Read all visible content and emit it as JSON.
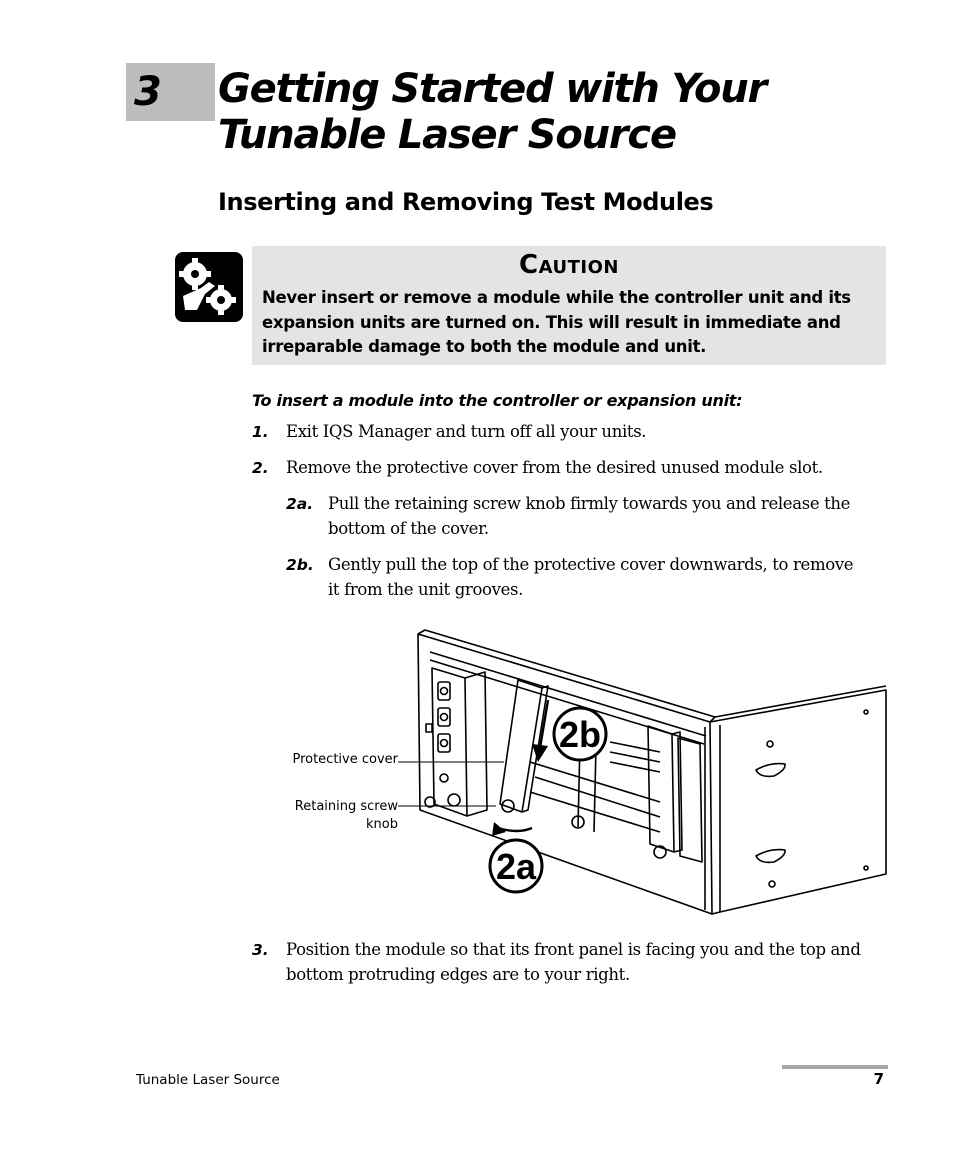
{
  "chapter": {
    "number": "3",
    "title_line1": "Getting Started with Your",
    "title_line2": "Tunable Laser Source"
  },
  "section": {
    "title": "Inserting and Removing Test Modules"
  },
  "caution": {
    "icon": "hand-caught-in-gears-icon",
    "heading": "Caution",
    "line1": "Never insert or remove a module while the controller unit and its",
    "line2": "expansion units are turned on. This will result in immediate and",
    "line3": "irreparable damage to both the module and unit."
  },
  "procedure": {
    "title": "To insert a module into the controller or expansion unit:",
    "steps": [
      {
        "num": "1.",
        "text": "Exit IQS Manager and turn off all your units."
      },
      {
        "num": "2.",
        "text": "Remove the protective cover from the desired unused module slot."
      },
      {
        "num": "2a.",
        "line1": "Pull the retaining screw knob firmly towards you and release the",
        "line2": "bottom of the cover."
      },
      {
        "num": "2b.",
        "line1": "Gently pull the top of the protective cover downwards, to remove",
        "line2": "it from the unit grooves."
      },
      {
        "num": "3.",
        "line1": "Position the module so that its front panel is facing you and the top and",
        "line2": "bottom protruding edges are to your right."
      }
    ]
  },
  "figure": {
    "label_cover": "Protective cover",
    "label_knob_line1": "Retaining screw",
    "label_knob_line2": "knob",
    "callout_2a": "2a",
    "callout_2b": "2b"
  },
  "footer": {
    "left": "Tunable Laser Source",
    "page": "7"
  }
}
